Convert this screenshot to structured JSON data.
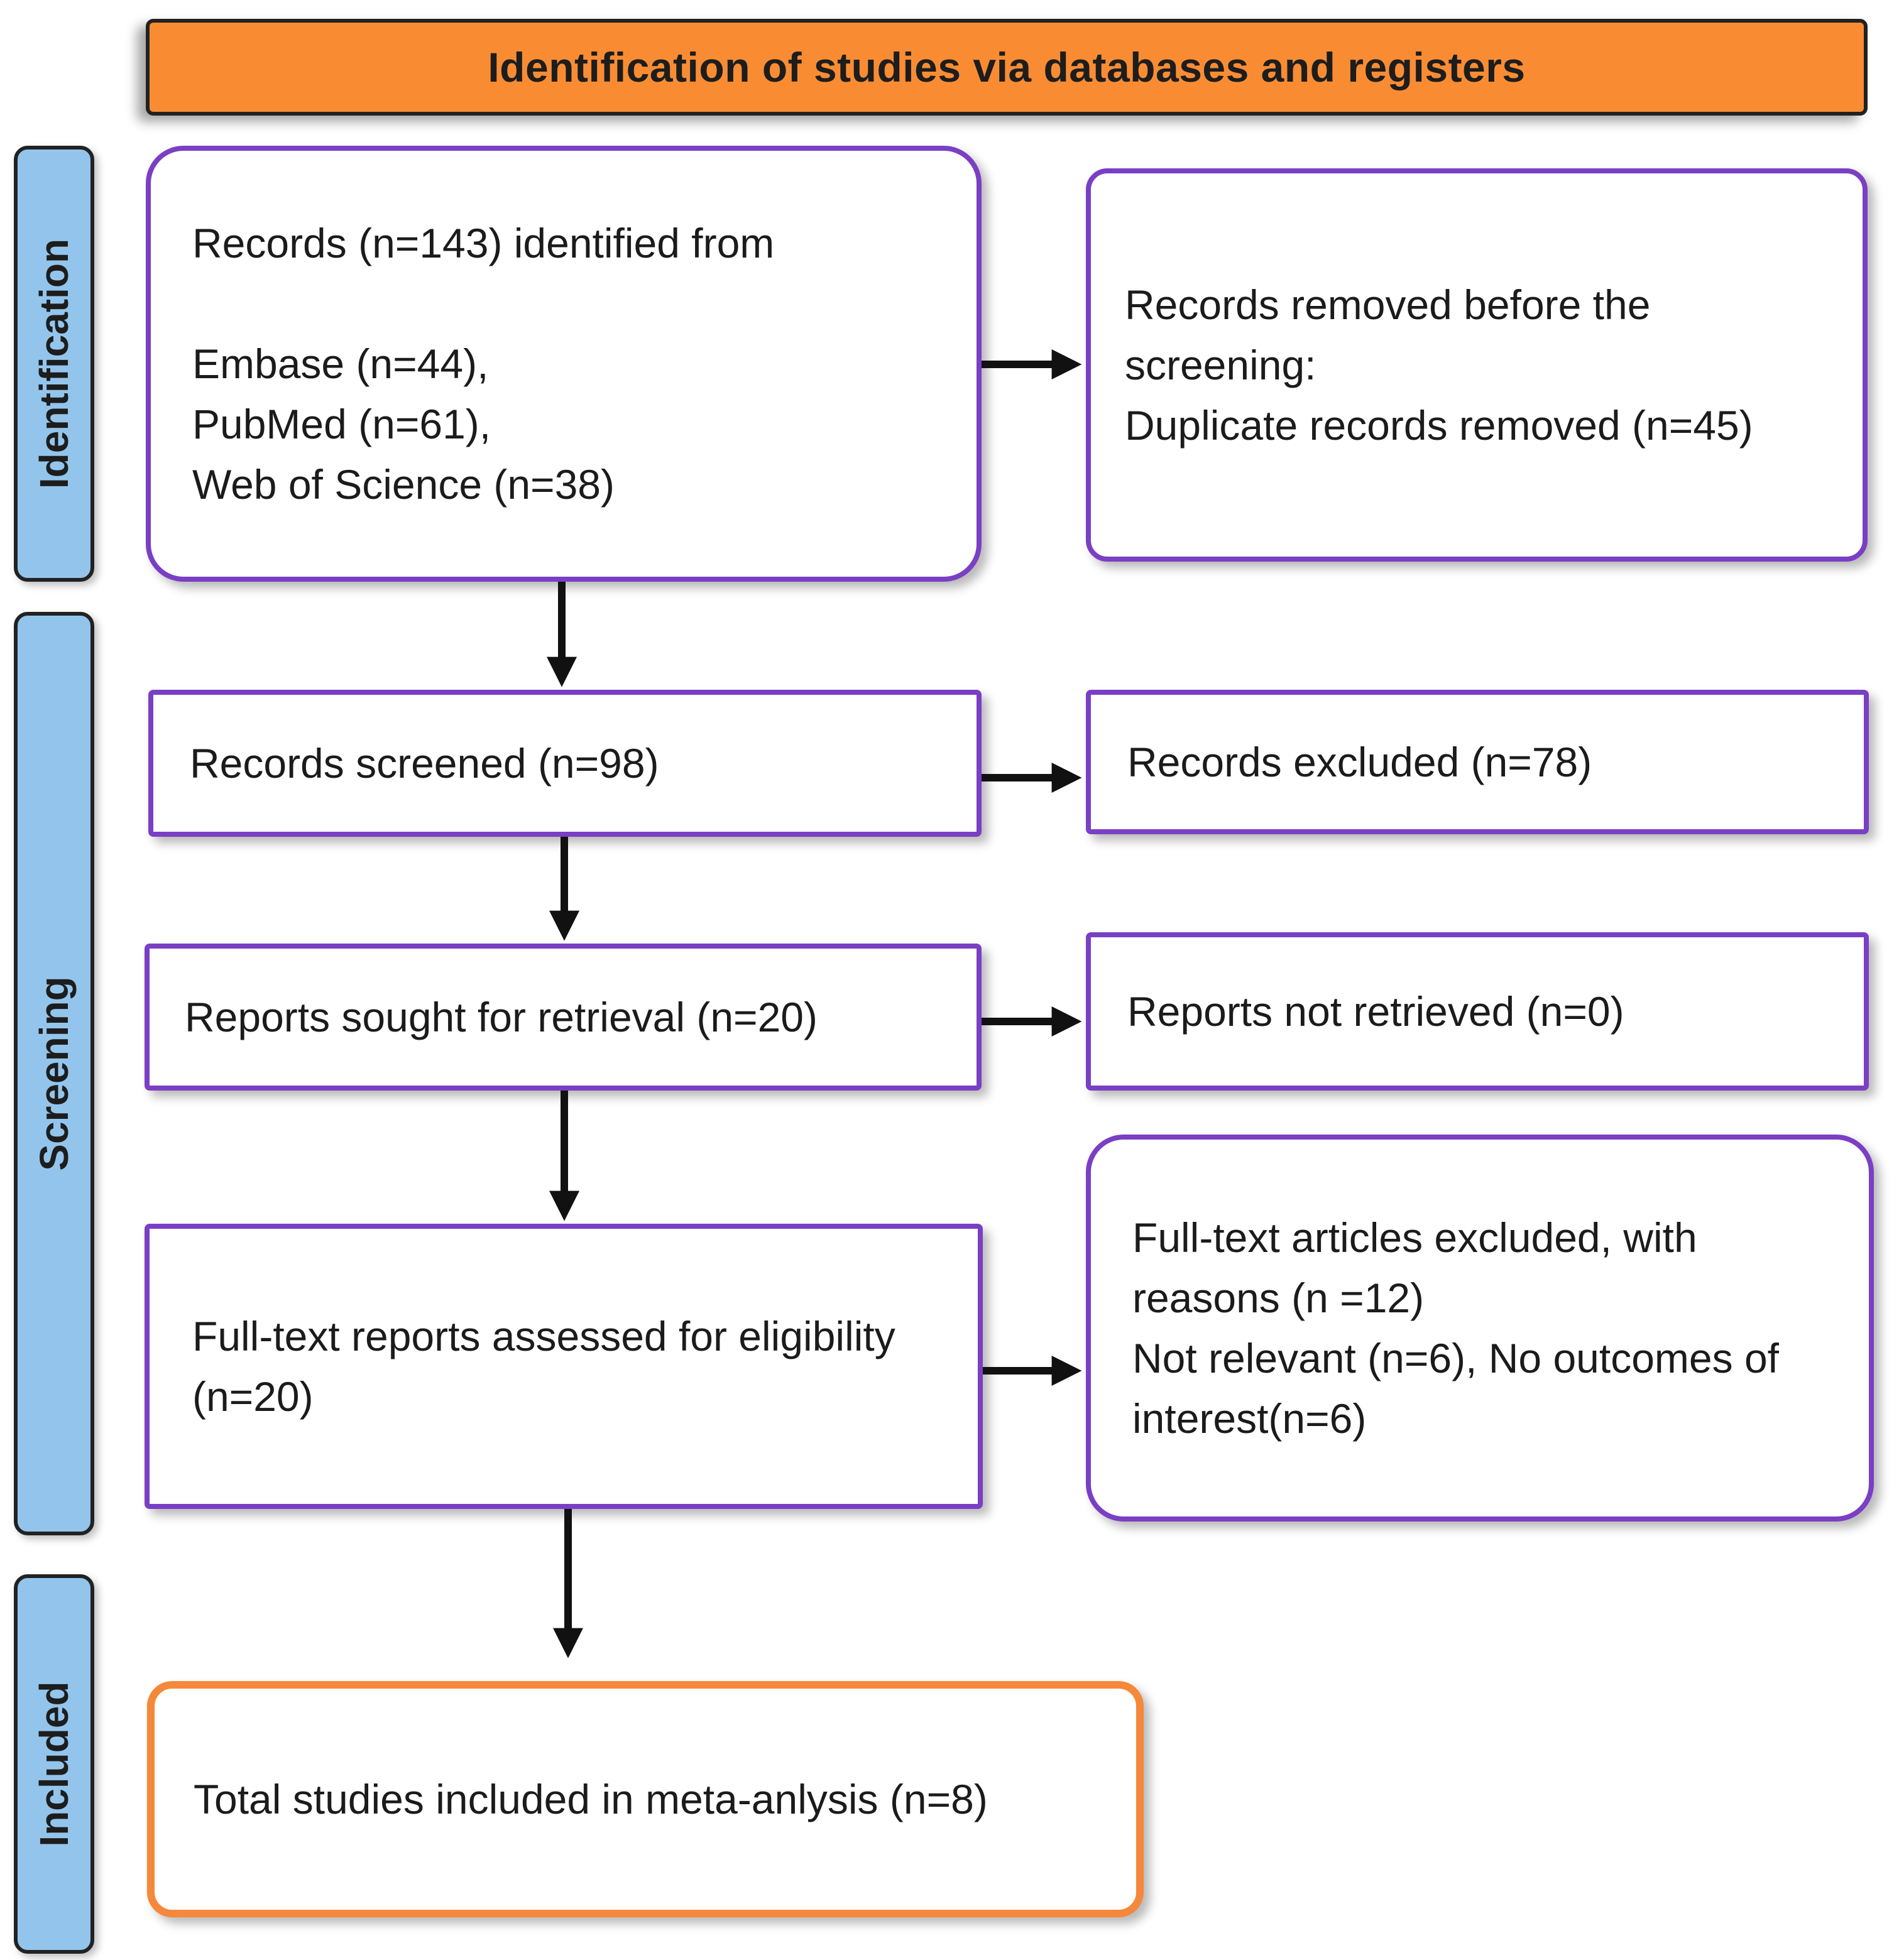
{
  "header": {
    "title": "Identification of studies via databases and registers"
  },
  "stages": {
    "identification": "Identification",
    "screening": "Screening",
    "included": "Included"
  },
  "boxes": {
    "records_identified": {
      "line1": "Records (n=143) identified from",
      "line2": "Embase (n=44),",
      "line3": "PubMed (n=61),",
      "line4": "Web of Science (n=38)"
    },
    "records_removed": {
      "line1": "Records removed before the",
      "line2": "screening:",
      "line3": "Duplicate records removed (n=45)"
    },
    "records_screened": "Records screened (n=98)",
    "records_excluded": "Records excluded (n=78)",
    "reports_sought": "Reports sought for retrieval (n=20)",
    "reports_not_retrieved": "Reports not retrieved (n=0)",
    "fulltext_assessed": {
      "line1": "Full-text reports assessed for eligibility",
      "line2": "(n=20)"
    },
    "fulltext_excluded": {
      "line1": "Full-text articles excluded, with",
      "line2": "reasons (n =12)",
      "line3": "Not relevant  (n=6),  No outcomes of",
      "line4": "interest(n=6)"
    },
    "total_included": "Total studies included in meta-anlysis (n=8)"
  },
  "colors": {
    "header_fill": "#f98c33",
    "stage_fill": "#93c5ec",
    "box_border": "#7a3fc4",
    "included_border": "#f5883a"
  }
}
